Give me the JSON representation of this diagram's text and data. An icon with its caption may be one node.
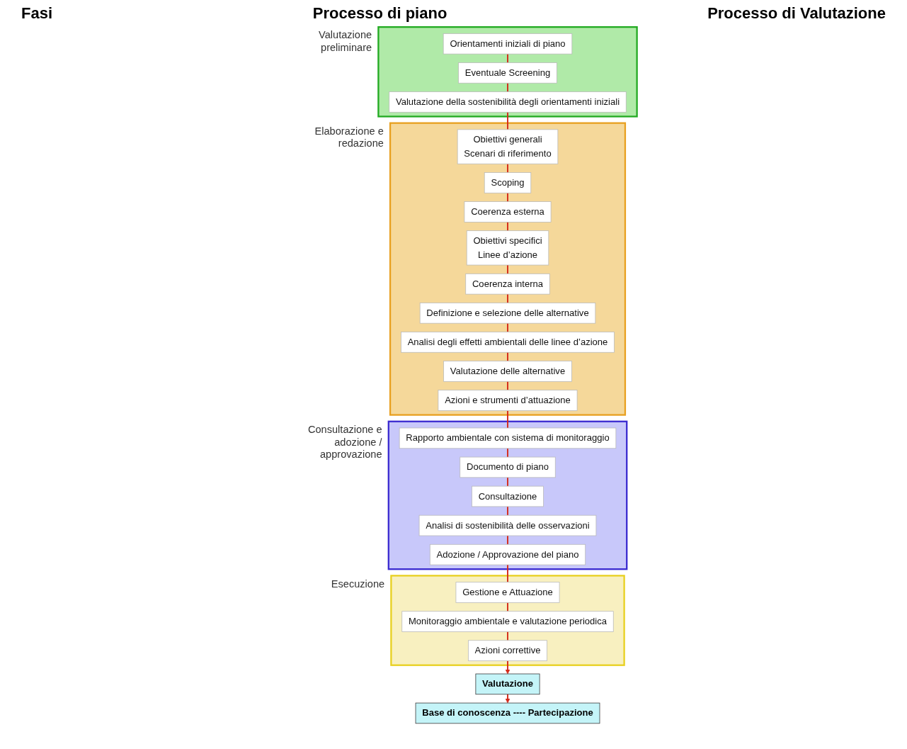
{
  "diagram": {
    "nodes": [
      {
        "text": [
          "Valutazione preliminare"
        ]
      },
      {
        "text": [
          "Orientamenti iniziali di piano"
        ],
        "in": 0
      },
      {
        "text": [
          "Eventuale Screening"
        ],
        "in": 0
      },
      {
        "text": [
          "Valutazione della sostenibilità degli orientamenti iniziali"
        ],
        "in": 0
      },
      {
        "text": [
          "Elaborazione e redazione"
        ]
      },
      {
        "text": [
          "Obiettivi generali",
          "Scenari di riferimento"
        ],
        "in": 4
      },
      {
        "text": [
          "Obiettivi specifici",
          "Linee d’azione"
        ],
        "in": 4
      },
      {
        "text": [
          "Definizione e selezione delle alternative"
        ],
        "in": 4
      },
      {
        "text": [
          "Azioni e strumenti d’attuazione"
        ],
        "in": 4
      },
      {
        "text": [
          "Scoping"
        ],
        "in": 4
      },
      {
        "text": [
          "Coerenza esterna"
        ],
        "in": 4
      },
      {
        "text": [
          "Coerenza interna"
        ],
        "in": 4
      },
      {
        "text": [
          "Analisi degli effetti ambientali delle linee d’azione"
        ],
        "in": 4
      },
      {
        "text": [
          "Valutazione delle alternative"
        ],
        "in": 4
      },
      {
        "text": [
          "Consultazione e adozione / approvazione"
        ]
      },
      {
        "text": [
          "Documento di piano"
        ],
        "in": 14
      },
      {
        "text": [
          "Consultazione"
        ],
        "in": 14
      },
      {
        "text": [
          "Adozione / Approvazione del piano"
        ],
        "in": 14
      },
      {
        "text": [
          "Rapporto ambientale con sistema di monitoraggio"
        ],
        "in": 14
      },
      {
        "text": [
          "Analisi di sostenibilità delle osservazioni"
        ],
        "in": 14
      },
      {
        "text": [
          "Esecuzione"
        ]
      },
      {
        "text": [
          "Gestione e Attuazione"
        ],
        "in": 20
      },
      {
        "text": [
          "Azioni correttive"
        ],
        "in": 20
      },
      {
        "text": [
          "Monitoraggio ambientale e valutazione periodica"
        ],
        "in": 20
      },
      {
        "text": [
          "Base di conoscenza ---- Partecipazione"
        ]
      },
      {
        "text": [
          "Valutazione"
        ]
      }
    ],
    "edges": [
      {
        "from": 1,
        "to": 2,
        "arrow": "none"
      },
      {
        "from": 2,
        "to": 3,
        "arrow": "none"
      },
      {
        "from": 3,
        "to": 5,
        "arrow": "none"
      },
      {
        "from": 5,
        "to": 9,
        "arrow": "none"
      },
      {
        "from": 9,
        "to": 10,
        "arrow": "none"
      },
      {
        "from": 10,
        "to": 6,
        "arrow": "none"
      },
      {
        "from": 6,
        "to": 11,
        "arrow": "none"
      },
      {
        "from": 11,
        "to": 7,
        "arrow": "none"
      },
      {
        "from": 7,
        "to": 12,
        "arrow": "none"
      },
      {
        "from": 12,
        "to": 13,
        "arrow": "none"
      },
      {
        "from": 13,
        "to": 8,
        "arrow": "none"
      },
      {
        "from": 8,
        "to": 18,
        "arrow": "none"
      },
      {
        "from": 18,
        "to": 15,
        "arrow": "none"
      },
      {
        "from": 15,
        "to": 16,
        "arrow": "none"
      },
      {
        "from": 16,
        "to": 19,
        "arrow": "none"
      },
      {
        "from": 19,
        "to": 17,
        "arrow": "none"
      },
      {
        "from": 17,
        "to": 21,
        "arrow": "none"
      },
      {
        "from": 21,
        "to": 23,
        "arrow": "none"
      },
      {
        "from": 23,
        "to": 22,
        "arrow": "none"
      },
      {
        "from": 22,
        "to": 25,
        "arrow": "to"
      },
      {
        "from": 25,
        "to": 24,
        "arrow": "to"
      }
    ],
    "labels": [
      "Fasi",
      "Processo di piano",
      "Processo di Valutazione"
    ]
  }
}
